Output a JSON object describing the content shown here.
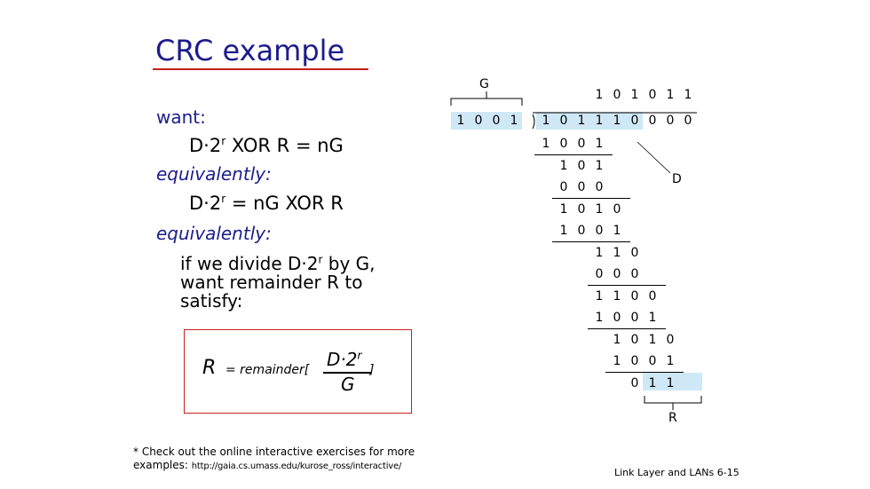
{
  "title": "CRC example",
  "want_label": "want:",
  "equation1": {
    "lhs": "D",
    "dot": "·",
    "base": "2",
    "exp": "r",
    "rest": " XOR R = nG"
  },
  "equivalently1": "equivalently:",
  "equation2": {
    "lhs": "D",
    "dot": "·",
    "base": "2",
    "exp": "r",
    "rest": " = nG XOR R"
  },
  "equivalently2": "equivalently:",
  "instruction": {
    "part1": "if we divide D",
    "dot": "·",
    "base": "2",
    "exp": "r",
    "part2": " by G, want remainder R to satisfy:"
  },
  "formula": {
    "R": "R",
    "equals_remainder": "= remainder[",
    "numerator": "D·2",
    "numerator_exp": "r",
    "denominator": "G",
    "close": "]"
  },
  "footnote": {
    "line1": "* Check out the online interactive exercises for more",
    "line2_prefix": "examples: ",
    "url": "http://gaia.cs.umass.edu/kurose_ross/interactive/"
  },
  "page_label": "Link Layer and LANs  6-15",
  "division": {
    "labels": {
      "G": "G",
      "D": "D",
      "R": "R"
    },
    "quotient": [
      "1",
      "0",
      "1",
      "0",
      "1",
      "1"
    ],
    "divisor": [
      "1",
      "0",
      "0",
      "1"
    ],
    "dividend": [
      "1",
      "0",
      "1",
      "1",
      "1",
      "0",
      "0",
      "0",
      "0"
    ],
    "rows": [
      {
        "start": 0,
        "digits": [
          "1",
          "0",
          "0",
          "1"
        ]
      },
      {
        "start": 1,
        "digits": [
          "1",
          "0",
          "1"
        ]
      },
      {
        "start": 1,
        "digits": [
          "0",
          "0",
          "0"
        ]
      },
      {
        "start": 1,
        "digits": [
          "1",
          "0",
          "1",
          "0"
        ]
      },
      {
        "start": 1,
        "digits": [
          "1",
          "0",
          "0",
          "1"
        ]
      },
      {
        "start": 3,
        "digits": [
          "1",
          "1",
          "0"
        ]
      },
      {
        "start": 3,
        "digits": [
          "0",
          "0",
          "0"
        ]
      },
      {
        "start": 3,
        "digits": [
          "1",
          "1",
          "0",
          "0"
        ]
      },
      {
        "start": 3,
        "digits": [
          "1",
          "0",
          "0",
          "1"
        ]
      },
      {
        "start": 4,
        "digits": [
          "1",
          "0",
          "1",
          "0"
        ]
      },
      {
        "start": 4,
        "digits": [
          "1",
          "0",
          "0",
          "1"
        ]
      },
      {
        "start": 5,
        "digits": [
          "0",
          "1",
          "1"
        ]
      }
    ]
  }
}
